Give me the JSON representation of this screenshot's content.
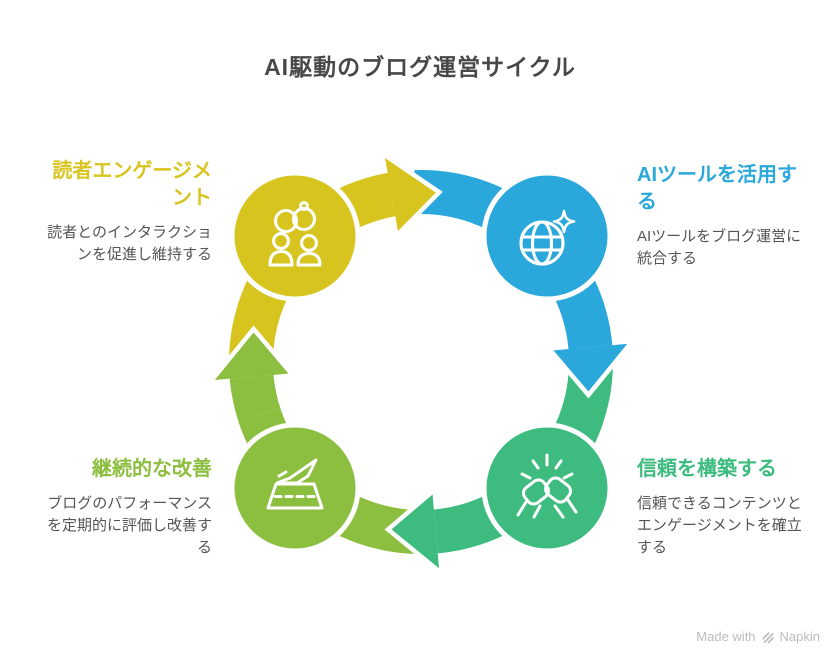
{
  "title": "AI駆動のブログ運営サイクル",
  "colors": {
    "yellow": "#d7c41e",
    "blue": "#2aa8db",
    "green": "#3ebc80",
    "olive": "#8cbe3f",
    "white": "#ffffff",
    "title_text": "#484848",
    "body_text": "#555555",
    "footer_text": "#bdbdbd"
  },
  "nodes": [
    {
      "id": "reader-engagement",
      "position": "top-left",
      "label": "読者エンゲージメ\nント",
      "description": "読者とのインタラクショ\nンを促進し維持する",
      "color": "#d7c41e",
      "icon": "engagement-people-rings-icon"
    },
    {
      "id": "use-ai-tools",
      "position": "top-right",
      "label": "AIツールを活用す\nる",
      "description": "AIツールをブログ運営に\n統合する",
      "color": "#2aa8db",
      "icon": "ai-globe-sparkle-icon"
    },
    {
      "id": "build-trust",
      "position": "bottom-right",
      "label": "信頼を構築する",
      "description": "信頼できるコンテンツと\nエンゲージメントを確立\nする",
      "color": "#3ebc80",
      "icon": "fist-bump-icon"
    },
    {
      "id": "continuous-improvement",
      "position": "bottom-left",
      "label": "継続的な改善",
      "description": "ブログのパフォーマンス\nを定期的に評価し改善す\nる",
      "color": "#8cbe3f",
      "icon": "plane-takeoff-icon"
    }
  ],
  "footer": {
    "made_with": "Made with",
    "brand": "Napkin"
  }
}
